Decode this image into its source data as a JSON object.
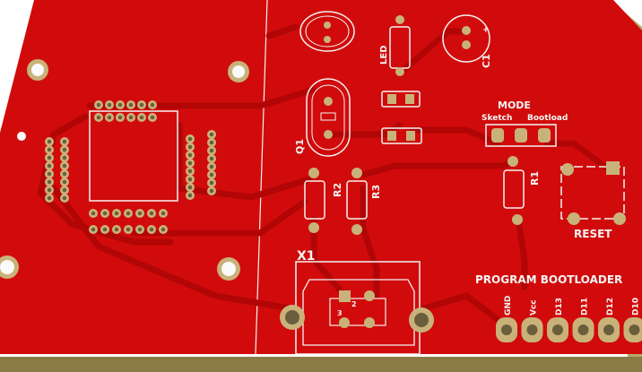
{
  "board": {
    "colors": {
      "solder_mask": "#d10b0b",
      "copper_trace": "#b20606",
      "silkscreen": "#f4f4f4",
      "pad": "#c9b27a",
      "pad_hole": "#6b5e3c",
      "board_edge": "#8a7a45",
      "background": "#ffffff"
    },
    "labels": {
      "led": "LED",
      "c1": "C1",
      "q1": "Q1",
      "r1": "R1",
      "r2": "R2",
      "r3": "R3",
      "x1": "X1",
      "mode": "MODE",
      "sketch": "Sketch",
      "bootload": "Bootload",
      "reset": "RESET",
      "program_bootloader": "PROGRAM BOOTLOADER",
      "usb_pin_2": "2",
      "usb_pin_3": "3"
    },
    "header_pins": [
      "GND",
      "Vcc",
      "D13",
      "D11",
      "D12",
      "D10"
    ]
  }
}
